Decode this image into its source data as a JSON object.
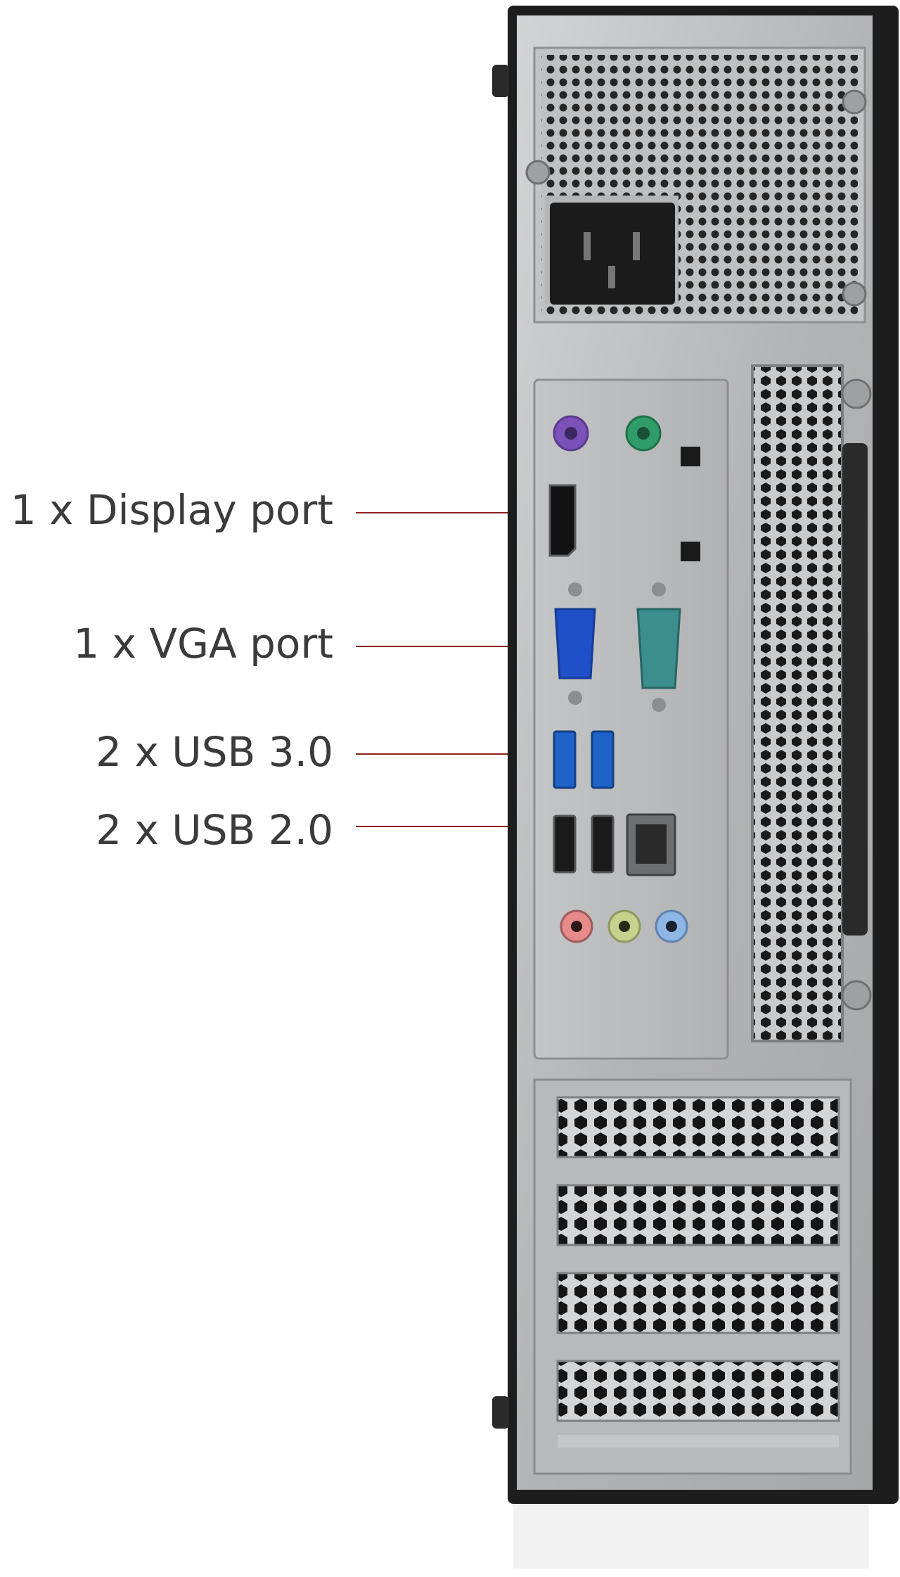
{
  "callouts": [
    {
      "id": "displayport",
      "text": "1 x Display port"
    },
    {
      "id": "vga",
      "text": "1 x VGA port"
    },
    {
      "id": "usb3",
      "text": "2 x USB 3.0"
    },
    {
      "id": "usb2",
      "text": "2 x USB 2.0"
    }
  ],
  "colors": {
    "background": "#ffffff",
    "label_text": "#3b3b3b",
    "leader_line": "#8c2222",
    "chassis_black": "#1d1d1d",
    "chassis_metal": "#b9babb",
    "ps2_mouse": "#7b52b8",
    "ps2_keyboard": "#2f9c6a",
    "vga_port": "#2050c8",
    "serial_port": "#3b8e8c",
    "usb3_blue": "#1f63c9",
    "audio_pink": "#e78a8a",
    "audio_green": "#c7d18e",
    "audio_blue": "#8fb7e6"
  },
  "icons": [
    "power-inlet-icon",
    "ps2-mouse-port-icon",
    "ps2-keyboard-port-icon",
    "displayport-icon",
    "vga-port-icon",
    "serial-port-icon",
    "usb3-port-icon",
    "usb2-port-icon",
    "ethernet-port-icon",
    "audio-jack-icon",
    "expansion-slot-icon",
    "ventilation-grille-icon"
  ]
}
